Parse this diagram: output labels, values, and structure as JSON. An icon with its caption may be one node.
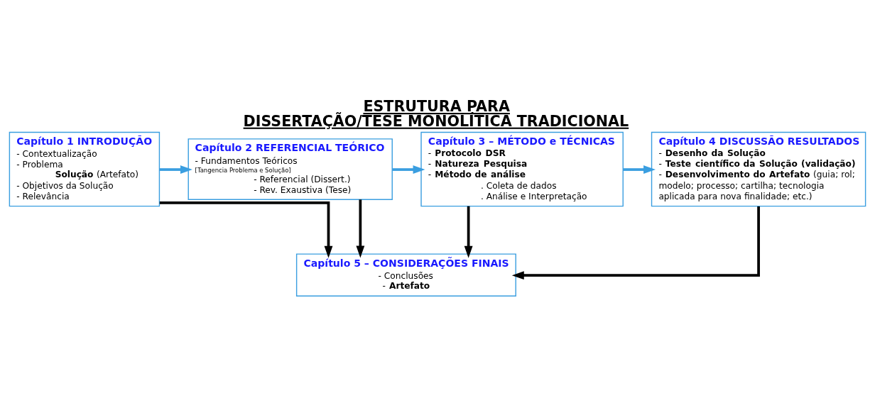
{
  "diagram": {
    "title": "ESTRUTURA PARA DISSERTAÇÃO/TESE MONOLÍTICA TRADICIONAL",
    "nodes": [
      {
        "text": [
          "Capítulo 1 INTRODUÇÃO",
          "- Contextualização",
          "- Problema",
          "**Solução** (Artefato)",
          "- Objetivos da Solução",
          "- Relevância"
        ]
      },
      {
        "text": [
          "Capítulo 2 REFERENCIAL TEÓRICO",
          "- Fundamentos Teóricos",
          "[Tangencia Problema e Solução]",
          "- Referencial (Dissert.)",
          "- Rev. Exaustiva (Tese)"
        ]
      },
      {
        "text": [
          "Capítulo 3 – MÉTODO e TÉCNICAS",
          "- **Protocolo DSR**",
          "- **Natureza Pesquisa**",
          "- **Método de análise**",
          ". Coleta de dados",
          ". Análise e Interpretação"
        ]
      },
      {
        "text": [
          "Capítulo 4 DISCUSSÃO RESULTADOS",
          "- **Desenho da Solução**",
          "- **Teste científico da Solução (validação)**",
          "- **Desenvolvimento do Artefato** (guia; rol; modelo; processo; cartilha; tecnologia aplicada para nova finalidade; etc.)"
        ]
      },
      {
        "text": [
          "Capítulo 5 – CONSIDERAÇÕES FINAIS",
          "- Conclusões",
          "- **Artefato**"
        ]
      }
    ],
    "edges": [
      {
        "from": 0,
        "to": 1,
        "arrow": "to",
        "color": "#3a9ee0"
      },
      {
        "from": 1,
        "to": 2,
        "arrow": "to",
        "color": "#3a9ee0"
      },
      {
        "from": 2,
        "to": 3,
        "arrow": "to",
        "color": "#3a9ee0"
      },
      {
        "from": 0,
        "to": 4,
        "arrow": "to"
      },
      {
        "from": 1,
        "to": 4,
        "arrow": "to"
      },
      {
        "from": 2,
        "to": 4,
        "arrow": "to"
      },
      {
        "from": 3,
        "to": 4,
        "arrow": "to"
      }
    ]
  }
}
